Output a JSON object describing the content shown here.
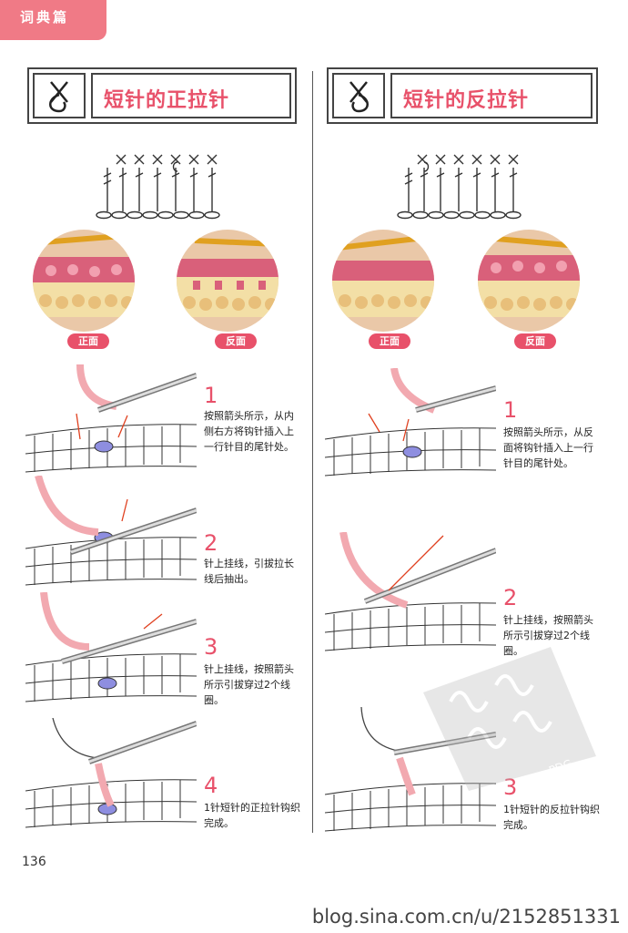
{
  "section_tab": "词典篇",
  "left": {
    "title": "短针的正拉针",
    "labels": {
      "front": "正面",
      "back": "反面"
    },
    "steps": [
      {
        "num": "1",
        "text": "按照箭头所示，从内侧右方将钩针插入上一行针目的尾针处。"
      },
      {
        "num": "2",
        "text": "针上挂线，引拔拉长线后抽出。"
      },
      {
        "num": "3",
        "text": "针上挂线，按照箭头所示引拔穿过2个线圈。"
      },
      {
        "num": "4",
        "text": "1针短针的正拉针钩织完成。"
      }
    ]
  },
  "right": {
    "title": "短针的反拉针",
    "labels": {
      "front": "正面",
      "back": "反面"
    },
    "steps": [
      {
        "num": "1",
        "text": "按照箭头所示，从反面将钩针插入上一行针目的尾针处。"
      },
      {
        "num": "2",
        "text": "针上挂线，按照箭头所示引拔穿过2个线圈。"
      },
      {
        "num": "3",
        "text": "1针短针的反拉针钩织完成。"
      }
    ]
  },
  "page_number": "136",
  "footer_url": "blog.sina.com.cn/u/2152851331",
  "watermark_text": "PDG",
  "colors": {
    "accent": "#e8516a",
    "tab": "#f07a86",
    "yarn_pink": "#f2a9b0",
    "yarn_cream": "#f6e6b4",
    "yarn_rose": "#d9607a",
    "hook": "#e0a020"
  }
}
